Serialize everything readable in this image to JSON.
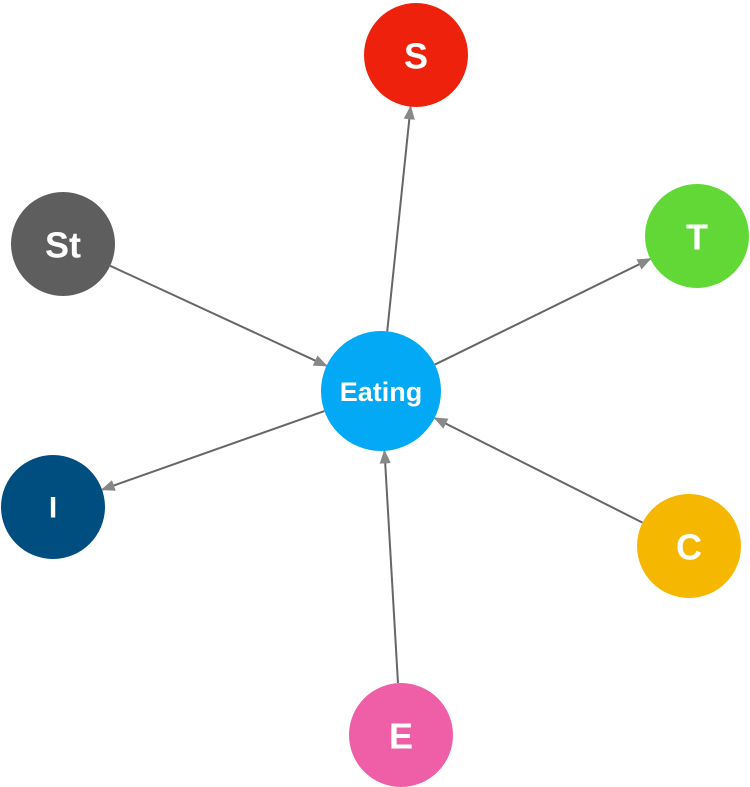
{
  "diagram": {
    "center": {
      "id": "eating",
      "label": "Eating",
      "color": "#03A9F4"
    },
    "nodes": [
      {
        "id": "s",
        "label": "S",
        "color": "#EE220C",
        "edge": "outgoing"
      },
      {
        "id": "t",
        "label": "T",
        "color": "#61D836",
        "edge": "outgoing"
      },
      {
        "id": "c",
        "label": "C",
        "color": "#F6B700",
        "edge": "incoming"
      },
      {
        "id": "e",
        "label": "E",
        "color": "#EF5FA7",
        "edge": "incoming"
      },
      {
        "id": "i",
        "label": "I",
        "color": "#004D80",
        "edge": "outgoing"
      },
      {
        "id": "st",
        "label": "St",
        "color": "#5E5E5E",
        "edge": "incoming"
      }
    ],
    "edge_color": "#666666"
  }
}
